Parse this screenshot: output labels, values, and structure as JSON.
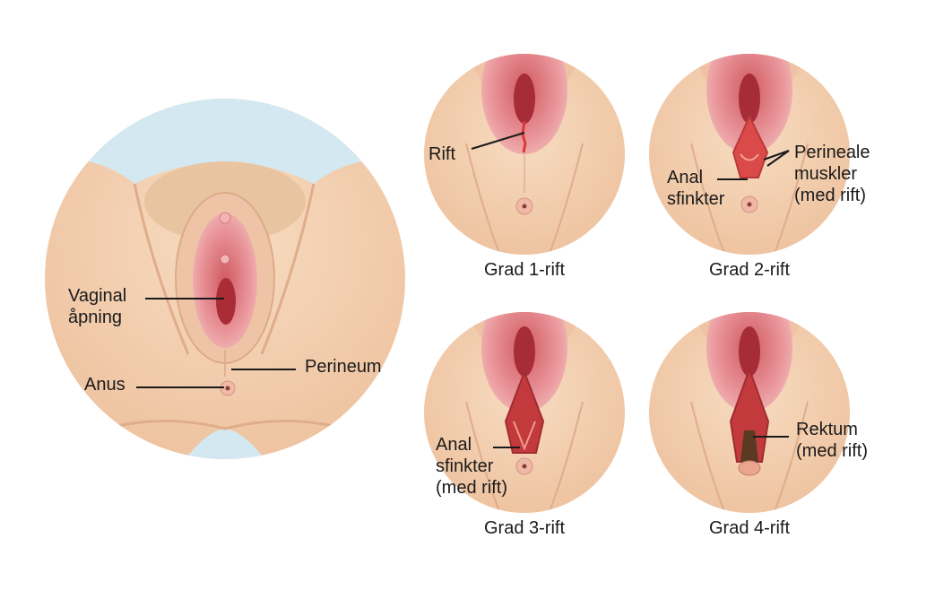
{
  "main_diagram": {
    "labels": {
      "vaginal_opening": "Vaginal\nåpning",
      "anus": "Anus",
      "perineum": "Perineum"
    }
  },
  "panels": [
    {
      "caption": "Grad 1-rift",
      "labels": {
        "tear": "Rift"
      }
    },
    {
      "caption": "Grad 2-rift",
      "labels": {
        "perineal_muscles": "Perineale\nmuskler\n(med rift)",
        "anal_sphincter": "Anal\nsfinkter"
      }
    },
    {
      "caption": "Grad 3-rift",
      "labels": {
        "anal_sphincter_torn": "Anal\nsfinkter\n(med rift)"
      }
    },
    {
      "caption": "Grad 4-rift",
      "labels": {
        "rectum_torn": "Rektum\n(med rift)"
      }
    }
  ],
  "colors": {
    "skin": "#f3cfae",
    "skin_shadow": "#e2b08c",
    "labia": "#e88e92",
    "inner": "#c6444f",
    "tear": "#d83a3a",
    "background_blue": "#d3e8f0"
  }
}
